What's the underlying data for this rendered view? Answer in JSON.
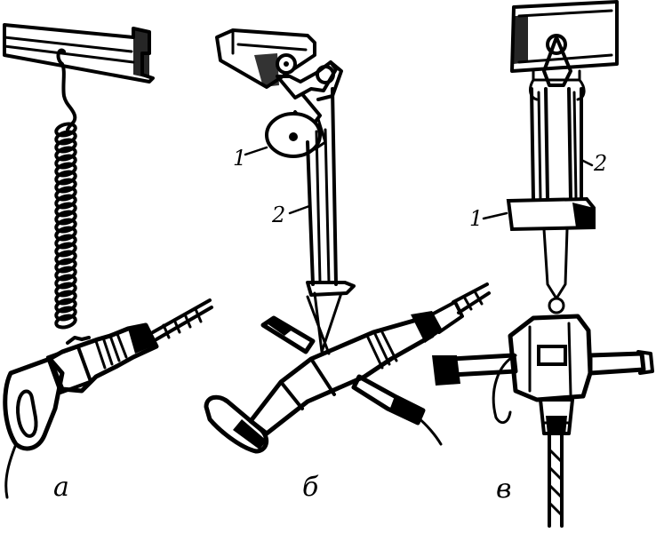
{
  "panels": [
    {
      "letter": "а"
    },
    {
      "letter": "б",
      "callouts": [
        "1",
        "2"
      ]
    },
    {
      "letter": "в",
      "callouts": [
        "1",
        "2"
      ]
    }
  ]
}
